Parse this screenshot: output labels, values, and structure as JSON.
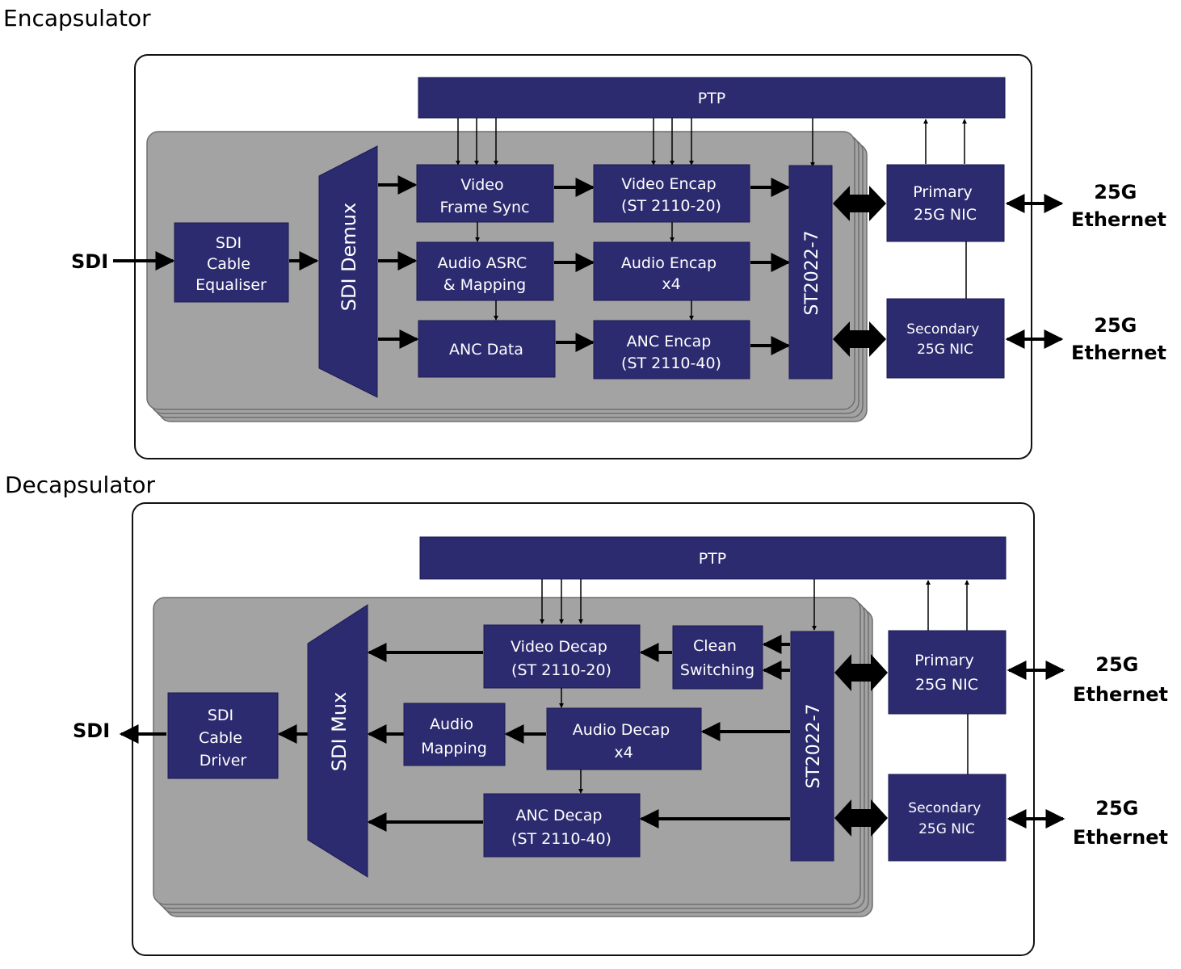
{
  "encapsulator": {
    "title": "Encapsulator",
    "ptp": "PTP",
    "demux": "SDI Demux",
    "st2022": "ST2022-7",
    "sdi_in": "SDI",
    "equaliser": [
      "SDI",
      "Cable",
      "Equaliser"
    ],
    "video_sync": [
      "Video",
      "Frame Sync"
    ],
    "audio_asrc": [
      "Audio ASRC",
      "& Mapping"
    ],
    "anc_data": [
      "ANC Data"
    ],
    "video_encap": [
      "Video Encap",
      "(ST 2110-20)"
    ],
    "audio_encap": [
      "Audio Encap",
      "x4"
    ],
    "anc_encap": [
      "ANC Encap",
      "(ST 2110-40)"
    ],
    "primary_nic": [
      "Primary",
      "25G NIC"
    ],
    "secondary_nic": [
      "Secondary",
      "25G NIC"
    ],
    "eth_primary": [
      "25G",
      "Ethernet"
    ],
    "eth_secondary": [
      "25G",
      "Ethernet"
    ]
  },
  "decapsulator": {
    "title": "Decapsulator",
    "ptp": "PTP",
    "mux": "SDI Mux",
    "st2022": "ST2022-7",
    "sdi_out": "SDI",
    "driver": [
      "SDI",
      "Cable",
      "Driver"
    ],
    "video_decap": [
      "Video Decap",
      "(ST 2110-20)"
    ],
    "clean_switch": [
      "Clean",
      "Switching"
    ],
    "audio_mapping": [
      "Audio",
      "Mapping"
    ],
    "audio_decap": [
      "Audio Decap",
      "x4"
    ],
    "anc_decap": [
      "ANC Decap",
      "(ST 2110-40)"
    ],
    "primary_nic": [
      "Primary",
      "25G NIC"
    ],
    "secondary_nic": [
      "Secondary",
      "25G NIC"
    ],
    "eth_primary": [
      "25G",
      "Ethernet"
    ],
    "eth_secondary": [
      "25G",
      "Ethernet"
    ]
  }
}
